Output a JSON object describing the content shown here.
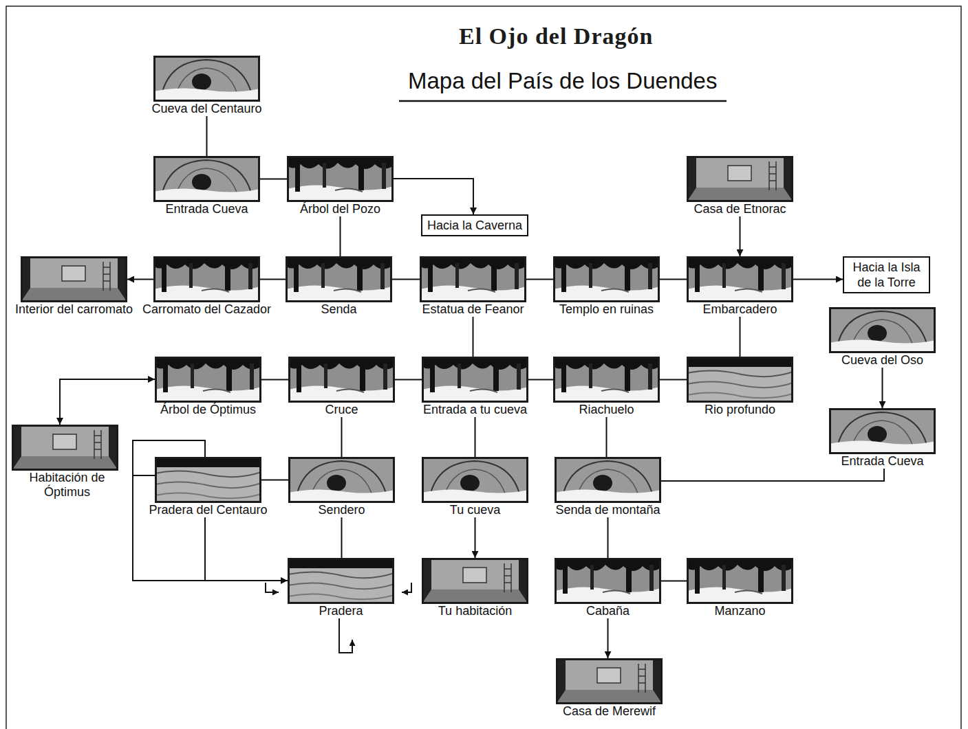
{
  "diagram": {
    "title": "El Ojo del Dragón",
    "nodes": [
      {
        "text": [
          "Cueva del Centauro"
        ]
      },
      {
        "text": [
          "Entrada Cueva"
        ]
      },
      {
        "text": [
          "Árbol del Pozo"
        ]
      },
      {
        "text": [
          "Hacia la Caverna"
        ]
      },
      {
        "text": [
          "Casa de Etnorac"
        ]
      },
      {
        "text": [
          "Interior del carromato"
        ]
      },
      {
        "text": [
          "Carromato del Cazador"
        ]
      },
      {
        "text": [
          "Senda"
        ]
      },
      {
        "text": [
          "Estatua de Feanor"
        ]
      },
      {
        "text": [
          "Templo en ruinas"
        ]
      },
      {
        "text": [
          "Embarcadero"
        ]
      },
      {
        "text": [
          "Hacia la Isla de la Torre"
        ]
      },
      {
        "text": [
          "Cueva del Oso"
        ]
      },
      {
        "text": [
          "Árbol de Óptimus"
        ]
      },
      {
        "text": [
          "Cruce"
        ]
      },
      {
        "text": [
          "Entrada a tu cueva"
        ]
      },
      {
        "text": [
          "Riachuelo"
        ]
      },
      {
        "text": [
          "Rio profundo"
        ]
      },
      {
        "text": [
          "Entrada Cueva"
        ]
      },
      {
        "text": [
          "Habitación de Óptimus"
        ]
      },
      {
        "text": [
          "Pradera del Centauro"
        ]
      },
      {
        "text": [
          "Sendero"
        ]
      },
      {
        "text": [
          "Tu cueva"
        ]
      },
      {
        "text": [
          "Senda de montaña"
        ]
      },
      {
        "text": [
          "Pradera"
        ]
      },
      {
        "text": [
          "Tu habitación"
        ]
      },
      {
        "text": [
          "Cabaña"
        ]
      },
      {
        "text": [
          "Manzano"
        ]
      },
      {
        "text": [
          "Casa de Merewif"
        ]
      }
    ],
    "edges": [
      {
        "from": 1,
        "to": 0,
        "arrow": "to"
      },
      {
        "from": 1,
        "to": 2,
        "arrow": "none"
      },
      {
        "from": 2,
        "to": 3,
        "arrow": "to"
      },
      {
        "from": 2,
        "to": 7,
        "arrow": "none"
      },
      {
        "from": 10,
        "to": 4,
        "arrow": "both"
      },
      {
        "from": 6,
        "to": 5,
        "arrow": "to"
      },
      {
        "from": 6,
        "to": 7,
        "arrow": "none"
      },
      {
        "from": 7,
        "to": 8,
        "arrow": "none"
      },
      {
        "from": 8,
        "to": 9,
        "arrow": "none"
      },
      {
        "from": 9,
        "to": 10,
        "arrow": "none"
      },
      {
        "from": 10,
        "to": 11,
        "arrow": "to"
      },
      {
        "from": 8,
        "to": 15,
        "arrow": "none"
      },
      {
        "from": 10,
        "to": 17,
        "arrow": "none"
      },
      {
        "from": 12,
        "to": 18,
        "arrow": "both"
      },
      {
        "from": 13,
        "to": 19,
        "arrow": "both"
      },
      {
        "from": 13,
        "to": 14,
        "arrow": "none"
      },
      {
        "from": 14,
        "to": 15,
        "arrow": "none"
      },
      {
        "from": 15,
        "to": 16,
        "arrow": "none"
      },
      {
        "from": 16,
        "to": 17,
        "arrow": "none"
      },
      {
        "from": 14,
        "to": 21,
        "arrow": "none"
      },
      {
        "from": 15,
        "to": 22,
        "arrow": "none"
      },
      {
        "from": 16,
        "to": 23,
        "arrow": "none"
      },
      {
        "from": 23,
        "to": 18,
        "arrow": "to"
      },
      {
        "from": 20,
        "to": 21,
        "arrow": "none"
      },
      {
        "from": 20,
        "to": 24,
        "arrow": "to"
      },
      {
        "from": 21,
        "to": 24,
        "arrow": "none"
      },
      {
        "from": 22,
        "to": 25,
        "arrow": "both"
      },
      {
        "from": 23,
        "to": 26,
        "arrow": "none"
      },
      {
        "from": 26,
        "to": 27,
        "arrow": "none"
      },
      {
        "from": 26,
        "to": 28,
        "arrow": "both"
      }
    ],
    "labels": [
      "Mapa del País de los Duendes"
    ]
  }
}
